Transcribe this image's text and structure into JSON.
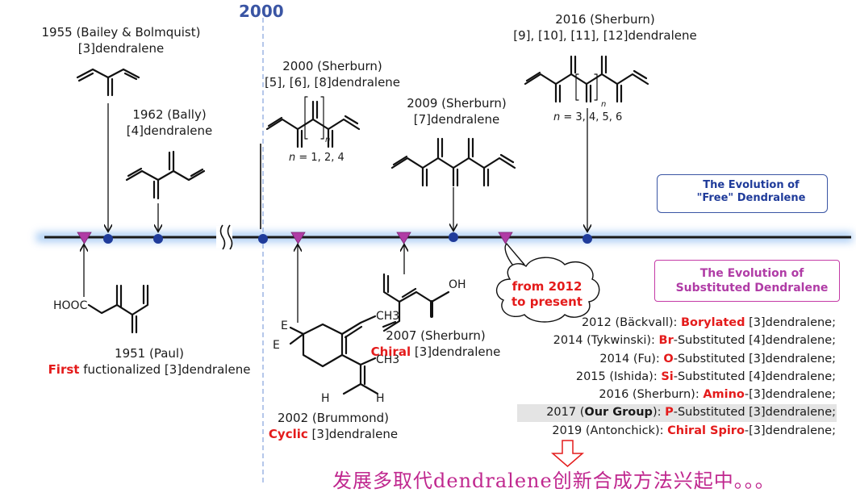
{
  "year_marker": "2000",
  "top": {
    "y1955": {
      "year": "1955 (Bailey & Bolmquist)",
      "name": "[3]dendralene"
    },
    "y1962": {
      "year": "1962 (Bally)",
      "name": "[4]dendralene"
    },
    "y2000": {
      "year": "2000 (Sherburn)",
      "name": "[5], [6], [8]dendralene",
      "n_prefix": "n",
      "n_values": " = 1, 2, 4",
      "sub_n": "n"
    },
    "y2009": {
      "year": "2009 (Sherburn)",
      "name": "[7]dendralene"
    },
    "y2016": {
      "year": "2016 (Sherburn)",
      "name": "[9], [10], [11], [12]dendralene",
      "n_prefix": "n",
      "n_values": " = 3, 4, 5, 6",
      "sub_n": "n"
    }
  },
  "bottom": {
    "y1951": {
      "group": "HOOC",
      "year": "1951 (Paul)",
      "highlight": "First",
      "rest": " fuctionalized [3]dendralene"
    },
    "y2002": {
      "sub_e1": "E",
      "sub_e2": "E",
      "ch3_a": "CH3",
      "ch3_b": "CH3",
      "h1": "H",
      "h2": "H",
      "year": "2002 (Brummond)",
      "highlight": "Cyclic",
      "rest": " [3]dendralene"
    },
    "y2007": {
      "oh": "OH",
      "year": "2007 (Sherburn)",
      "highlight": "Chiral",
      "rest": " [3]dendralene"
    }
  },
  "legend_free": {
    "line1": "The Evolution of",
    "line2": "\"Free\" Dendralene",
    "dot_color": "#1f3b9a"
  },
  "legend_sub": {
    "line1": "The Evolution of",
    "line2": "Substituted Dendralene",
    "tri_color": "#b03ca6"
  },
  "cloud": {
    "line1": "from 2012",
    "line2": "to present"
  },
  "list": [
    {
      "pre": "2012 (Bäckvall): ",
      "hi": "Borylated",
      "post": " [3]dendralene;"
    },
    {
      "pre": "2014 (Tykwinski): ",
      "hi": "Br",
      "post": "-Substituted [4]dendralene;"
    },
    {
      "pre": "2014 (Fu): ",
      "hi": "O",
      "post": "-Substituted [3]dendralene;"
    },
    {
      "pre": "2015 (Ishida): ",
      "hi": "Si",
      "post": "-Substituted [4]dendralene;"
    },
    {
      "pre": "2016 (Sherburn): ",
      "hi": "Amino",
      "post": "-[3]dendralene;"
    },
    {
      "pre": "2017 (",
      "bold": "Our Group",
      "pre2": "): ",
      "hi": "P",
      "post": "-Substituted [3]dendralene;"
    },
    {
      "pre": "2019 (Antonchick): ",
      "hi": "Chiral Spiro",
      "post": "-[3]dendralene;"
    }
  ],
  "footer": "发展多取代dendralene创新合成方法兴起中。。。",
  "colors": {
    "accent_red": "#e41b1b",
    "timeline_blue": "#1f3b9a",
    "footer_magenta": "#c0288f",
    "year_blue": "#3a55a4"
  }
}
